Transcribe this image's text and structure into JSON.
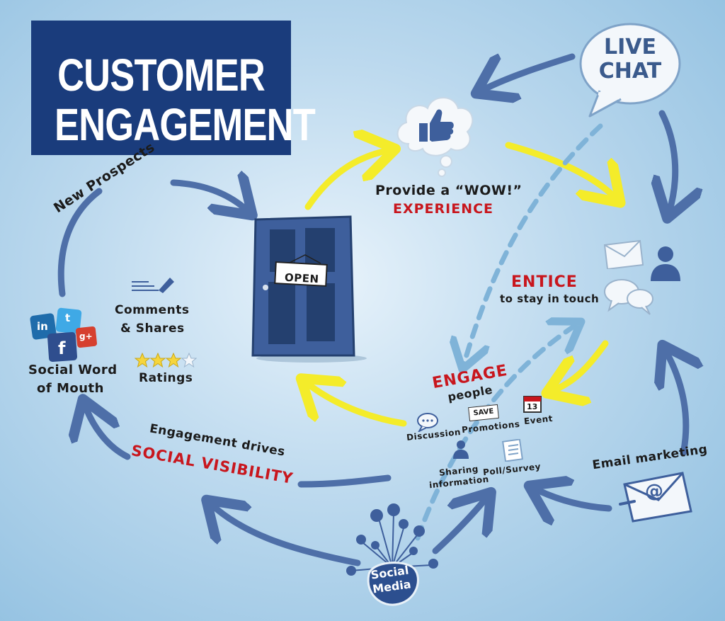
{
  "title": {
    "line1": "CUSTOMER",
    "line2": "ENGAGEMENT"
  },
  "live_chat": {
    "line1": "LIVE",
    "line2": "CHAT"
  },
  "wow": {
    "line1": "Provide a “WOW!”",
    "line2": "EXPERIENCE"
  },
  "door": {
    "sign": "OPEN"
  },
  "entice": {
    "title": "ENTICE",
    "subtitle": "to stay in touch"
  },
  "engage": {
    "title": "ENGAGE",
    "subtitle": "people"
  },
  "engage_items": {
    "discussion": "Discussion",
    "promotions": "Promotions",
    "save_tag": "SAVE",
    "event": "Event",
    "event_day": "13",
    "sharing": "Sharing",
    "information": "information",
    "poll": "Poll/Survey"
  },
  "email_marketing": "Email marketing",
  "visibility": {
    "line1": "Engagement drives",
    "line2": "SOCIAL VISIBILITY"
  },
  "social_word": {
    "line1": "Social Word",
    "line2": "of Mouth"
  },
  "new_prospects": "New Prospects",
  "comments": {
    "line1": "Comments",
    "line2": "& Shares"
  },
  "ratings": "Ratings",
  "social_media": {
    "line1": "Social",
    "line2": "Media"
  },
  "social_logos": {
    "linkedin": "in",
    "twitter": "t",
    "facebook": "f",
    "googleplus": "g+"
  },
  "colors": {
    "title_bg": "#1a3c7c",
    "arrow_blue": "#4e6fa8",
    "arrow_yellow": "#f4ec2a",
    "dashed_blue": "#7fb3d8",
    "accent_red": "#c8161d",
    "door_blue": "#3e5f9c"
  }
}
